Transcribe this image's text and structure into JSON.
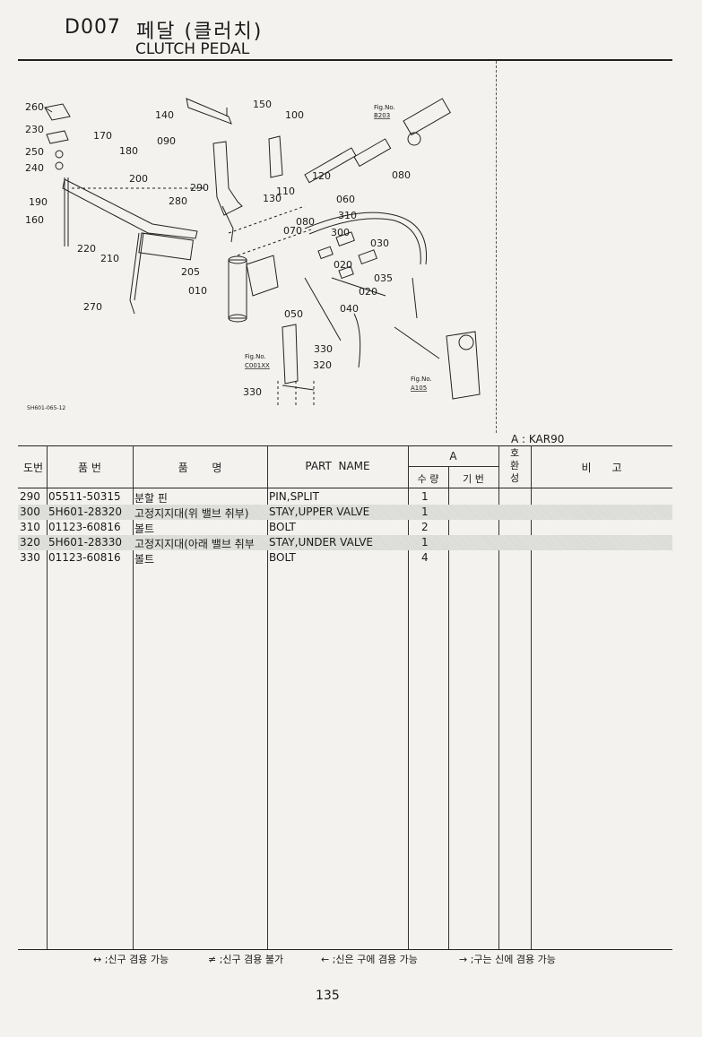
{
  "header": {
    "code": "D007",
    "title_kr": "페달 (클러치)",
    "title_en": "CLUTCH PEDAL"
  },
  "diagram": {
    "callouts": [
      "260",
      "230",
      "250",
      "240",
      "190",
      "160",
      "170",
      "180",
      "200",
      "220",
      "210",
      "140",
      "150",
      "100",
      "090",
      "120",
      "110",
      "130",
      "280",
      "290",
      "205",
      "010",
      "270",
      "060",
      "080",
      "070",
      "310",
      "300",
      "030",
      "020",
      "035",
      "050",
      "040",
      "330",
      "320"
    ],
    "fig_refs": [
      {
        "label": "Fig.No.",
        "ref": "B203"
      },
      {
        "label": "Fig.No.",
        "ref": "C001XX"
      },
      {
        "label": "Fig.No.",
        "ref": "A105"
      }
    ],
    "drawing_no": "5H601-065-12"
  },
  "model_note": "A : KAR90",
  "table": {
    "headers": {
      "ref": "도번",
      "part_no": "품  번",
      "name_kr": "품       명",
      "name_en": "PART  NAME",
      "group_a": "A",
      "qty": "수 량",
      "prev_no": "기 번",
      "interchange": "호\n환\n성",
      "remarks": "비      고"
    },
    "rows": [
      {
        "ref": "290",
        "part_no": "05511-50315",
        "name_kr": "분할 핀",
        "name_en": "PIN,SPLIT",
        "qty": "1",
        "shaded": false
      },
      {
        "ref": "300",
        "part_no": "5H601-28320",
        "name_kr": "고정지지대(위 밸브 취부)",
        "name_en": "STAY,UPPER VALVE",
        "qty": "1",
        "shaded": true
      },
      {
        "ref": "310",
        "part_no": "01123-60816",
        "name_kr": "볼트",
        "name_en": "BOLT",
        "qty": "2",
        "shaded": false
      },
      {
        "ref": "320",
        "part_no": "5H601-28330",
        "name_kr": "고정지지대(아래 밸브 취부",
        "name_en": "STAY,UNDER VALVE",
        "qty": "1",
        "shaded": true
      },
      {
        "ref": "330",
        "part_no": "01123-60816",
        "name_kr": "볼트",
        "name_en": "BOLT",
        "qty": "4",
        "shaded": false
      }
    ]
  },
  "legend": [
    "↔ ;신구 겸용 가능",
    "≠ ;신구 겸용 불가",
    "← ;신은 구에 겸용 가능",
    "→ ;구는 신에 겸용 가능"
  ],
  "page_number": "135"
}
